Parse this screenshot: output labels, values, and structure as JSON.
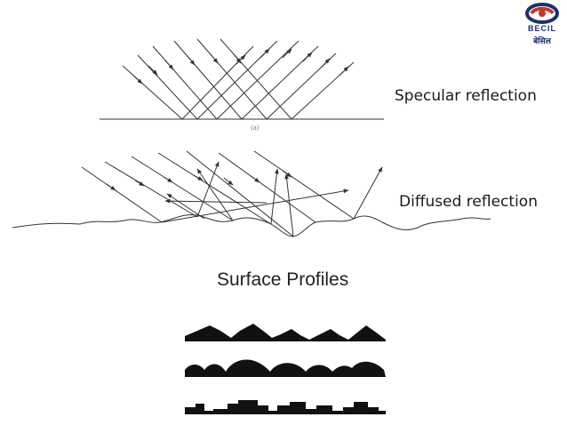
{
  "labels": {
    "specular": "Specular reflection",
    "diffused": "Diffused reflection",
    "caption": "(a)",
    "surface_profiles": "Surface Profiles"
  },
  "logo": {
    "text_en": "BECIL",
    "text_hi": "बेसिल",
    "colors": {
      "blue": "#1f2f6b",
      "red": "#c0392b"
    }
  },
  "colors": {
    "line": "#333333",
    "profile_fill": "#111111"
  }
}
